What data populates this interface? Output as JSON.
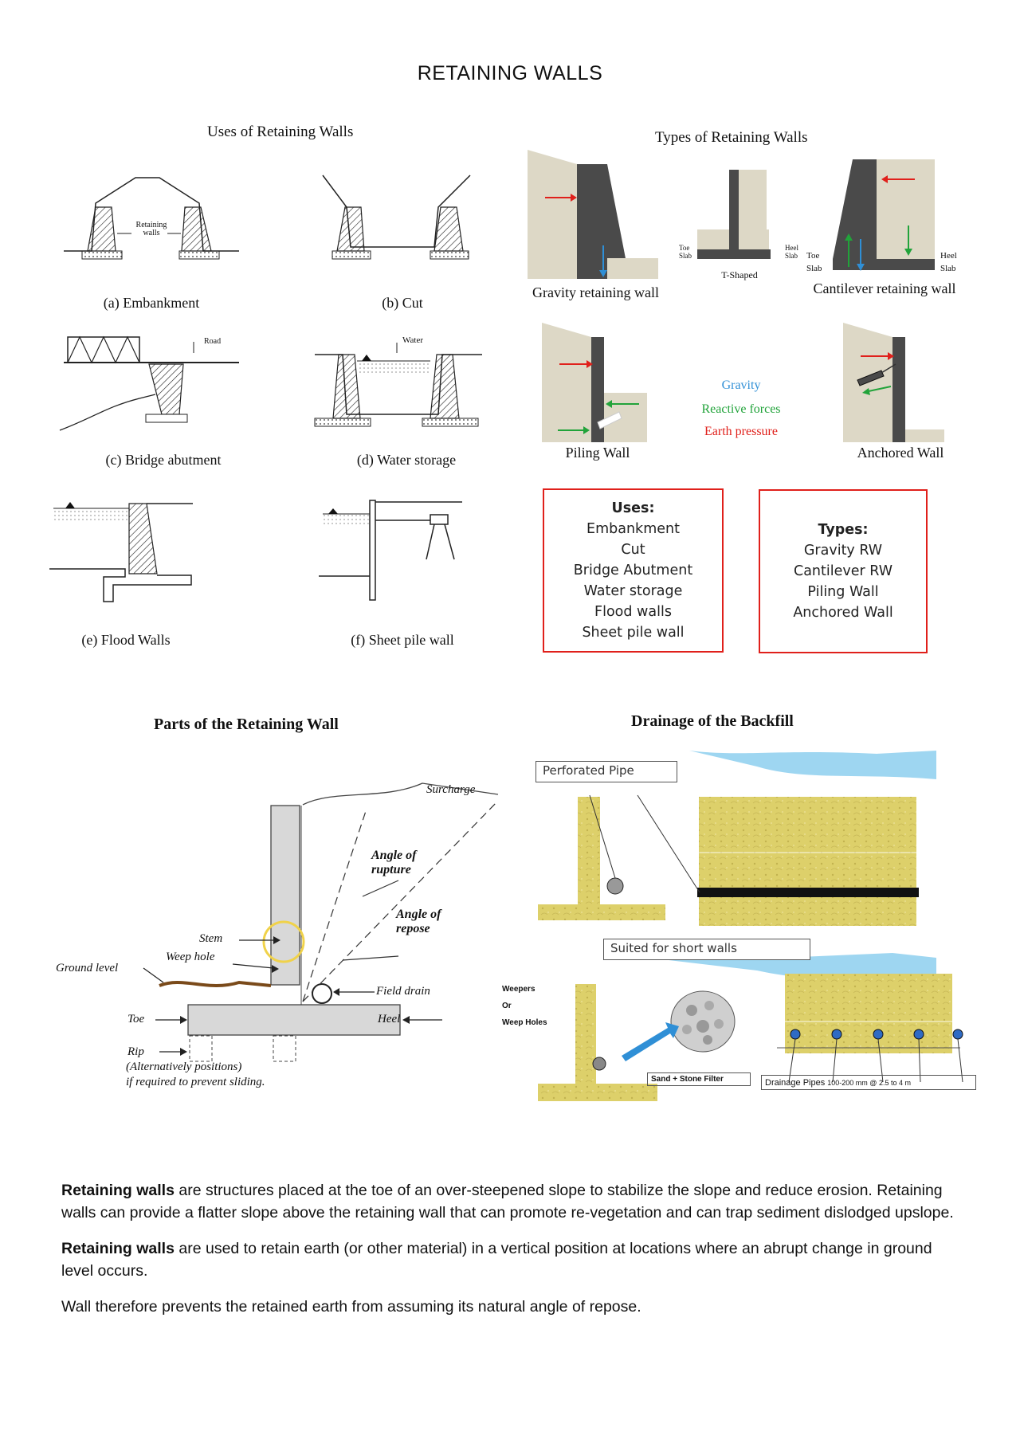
{
  "page_title": "RETAINING WALLS",
  "uses_section": {
    "title": "Uses of Retaining Walls",
    "captions": [
      "(a) Embankment",
      "(b) Cut",
      "(c) Bridge abutment",
      "(d) Water storage",
      "(e) Flood Walls",
      "(f) Sheet pile wall"
    ],
    "inner_labels": {
      "retaining_walls": "Retaining walls",
      "road": "Road",
      "water": "Water"
    }
  },
  "types_section": {
    "title": "Types of Retaining Walls",
    "captions": {
      "gravity": "Gravity retaining wall",
      "t_shaped": "T-Shaped",
      "cantilever": "Cantilever retaining wall",
      "piling": "Piling Wall",
      "anchored": "Anchored Wall"
    },
    "small_labels": {
      "toe_slab": "Toe Slab",
      "heel_slab": "Heel Slab",
      "toe": "Toe",
      "slab": "Slab",
      "heel": "Heel"
    },
    "legend": [
      {
        "label": "Gravity",
        "color": "#2f8fd6"
      },
      {
        "label": "Reactive forces",
        "color": "#21a33a"
      },
      {
        "label": "Earth pressure",
        "color": "#e0201b"
      }
    ]
  },
  "uses_box": {
    "heading": "Uses:",
    "items": [
      "Embankment",
      "Cut",
      "Bridge Abutment",
      "Water storage",
      "Flood walls",
      "Sheet pile wall"
    ]
  },
  "types_box": {
    "heading": "Types:",
    "items": [
      "Gravity RW",
      "Cantilever RW",
      "Piling Wall",
      "Anchored Wall"
    ]
  },
  "parts_section": {
    "title": "Parts of the Retaining Wall",
    "labels": {
      "surcharge": "Surcharge",
      "angle_rupture_1": "Angle of",
      "angle_rupture_2": "rupture",
      "angle_repose_1": "Angle of",
      "angle_repose_2": "repose",
      "stem": "Stem",
      "weep_hole": "Weep hole",
      "ground_level": "Ground level",
      "field_drain": "Field drain",
      "toe": "Toe",
      "heel": "Heel",
      "rip": "Rip",
      "note_1": "(Alternatively positions)",
      "note_2": "if required to prevent sliding."
    }
  },
  "drainage_section": {
    "title": "Drainage of the Backfill",
    "labels": {
      "perforated_pipe": "Perforated Pipe",
      "short_walls": "Suited for short walls",
      "weepers": "Weepers",
      "or": "Or",
      "weep_holes": "Weep Holes",
      "filter": "Sand + Stone Filter",
      "drainage_pipes": "Drainage Pipes",
      "pipe_spec": "100-200 mm @ 2.5 to 4 m"
    }
  },
  "paragraphs": [
    {
      "bold": "Retaining walls",
      "text": " are structures placed at the toe of an over-steepened slope to stabilize the slope and reduce erosion. Retaining walls can provide a flatter slope above the retaining wall that can promote re-vegetation and can trap sediment dislodged upslope."
    },
    {
      "bold": "Retaining walls",
      "text": " are used to retain earth (or other material) in a vertical position at locations where an abrupt change in ground level occurs."
    },
    {
      "bold": "",
      "text": "Wall therefore prevents the retained earth from assuming its natural angle of repose."
    }
  ],
  "colors": {
    "wall_dark": "#4a4a4a",
    "soil": "#ddd8c6",
    "red": "#e0201b",
    "green": "#21a33a",
    "blue": "#2f8fd6",
    "fill_yellow": "#ddd06a",
    "water_blue": "#7ec8ec"
  }
}
